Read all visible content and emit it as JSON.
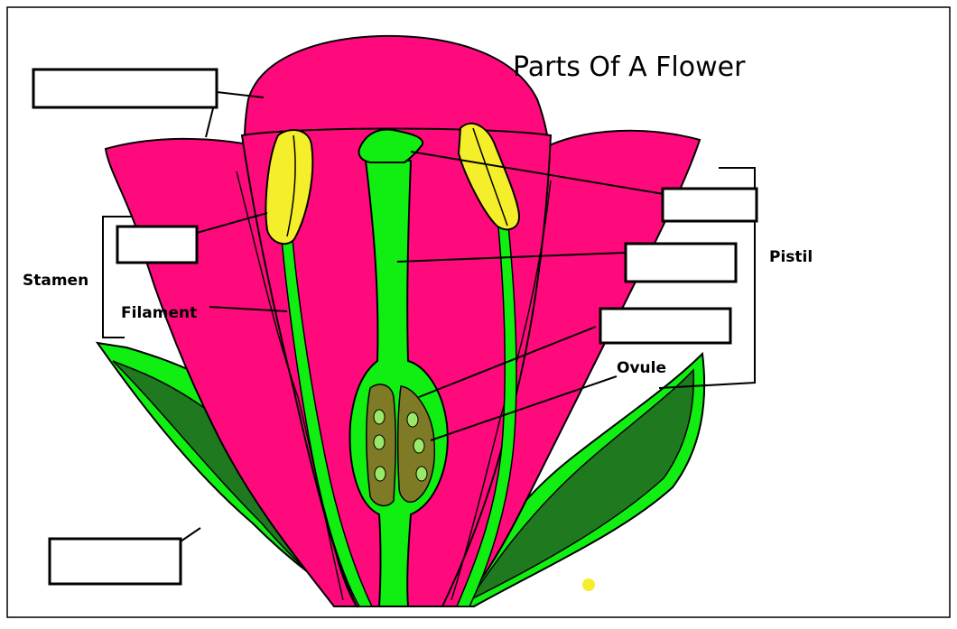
{
  "title": "Parts Of A Flower",
  "labels": {
    "stamen": "Stamen",
    "filament": "Filament",
    "pistil": "Pistil",
    "ovule": "Ovule"
  },
  "colors": {
    "petal": "#ff0a7c",
    "stem_green": "#11ee11",
    "sepal_dark": "#1f7a1f",
    "anther": "#f5ee2a",
    "ovary": "#7f7a26",
    "outline": "#000000"
  },
  "blank_boxes": [
    "petal-label-box",
    "anther-label-box",
    "stigma-label-box",
    "style-label-box",
    "ovary-label-box",
    "sepal-label-box"
  ]
}
